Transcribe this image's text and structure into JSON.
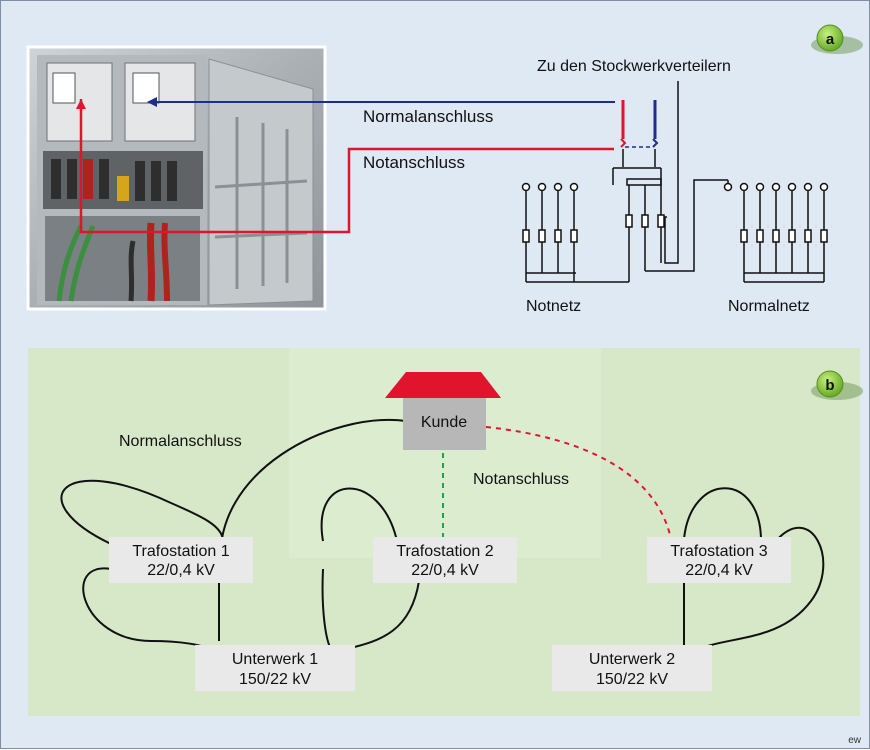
{
  "colors": {
    "background": "#dfe9f4",
    "panel_b": "#d7e8c9",
    "normal_line": "#1c2d8c",
    "emergency_line": "#e0142c",
    "green_dashed": "#1fa347",
    "roof": "#e0142c",
    "house": "#b7b7b7",
    "box": "#e9e9e9",
    "badge": "#8cd03c"
  },
  "panel_a": {
    "badge": "a",
    "title": "Zu den Stockwerkverteilern",
    "normalanschluss": "Normalanschluss",
    "notanschluss": "Notanschluss",
    "notnetz": "Notnetz",
    "normalnetz": "Normalnetz"
  },
  "panel_b": {
    "badge": "b",
    "kunde": "Kunde",
    "normalanschluss": "Normalanschluss",
    "notanschluss": "Notanschluss",
    "trafo1": {
      "name": "Trafostation 1",
      "rating": "22/0,4 kV"
    },
    "trafo2": {
      "name": "Trafostation 2",
      "rating": "22/0,4 kV"
    },
    "trafo3": {
      "name": "Trafostation 3",
      "rating": "22/0,4 kV"
    },
    "unterwerk1": {
      "name": "Unterwerk 1",
      "rating": "150/22 kV"
    },
    "unterwerk2": {
      "name": "Unterwerk 2",
      "rating": "150/22 kV"
    }
  },
  "footer": "ew"
}
